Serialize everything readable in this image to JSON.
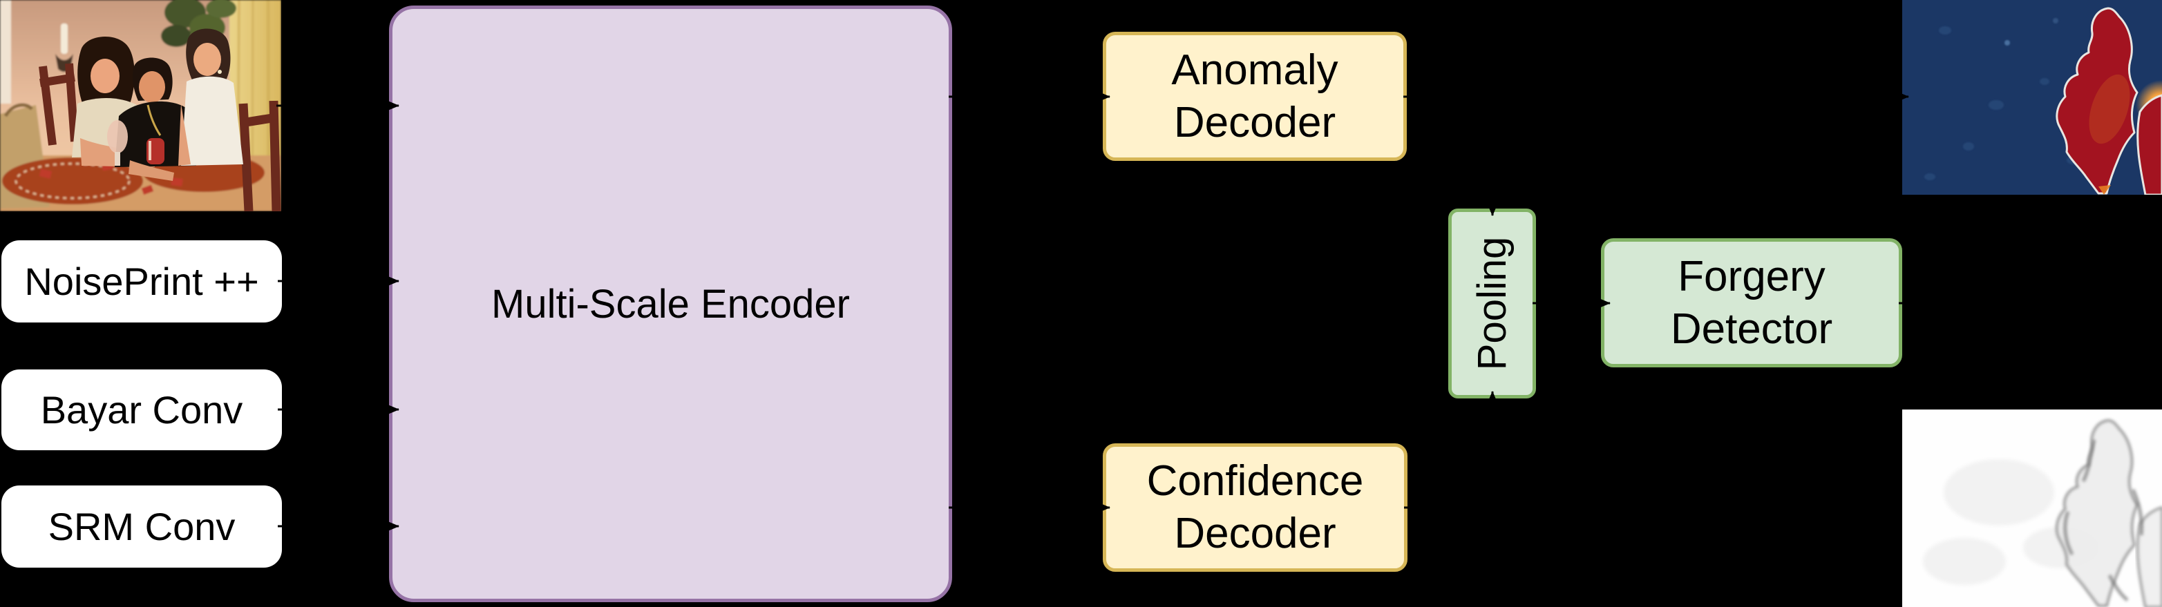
{
  "colors": {
    "page_bg": "#000000",
    "input_box_fill": "#FFFFFF",
    "input_box_text": "#000000",
    "encoder_fill": "#E1D5E7",
    "encoder_border": "#9673A6",
    "decoder_fill": "#FFF2CC",
    "decoder_border": "#D6B656",
    "green_fill": "#D5E8D4",
    "green_border": "#82B366",
    "anomaly_map_bg": "#1B3765",
    "anomaly_map_blob": "#A31320",
    "confidence_map_bg": "#FEFEFE",
    "arrow": "#000000"
  },
  "inputs": {
    "photo_alt": "Input photograph of three women at a dinner table",
    "boxes": [
      {
        "label": "NoisePrint ++"
      },
      {
        "label": "Bayar Conv"
      },
      {
        "label": "SRM Conv"
      }
    ]
  },
  "encoder": {
    "label": "Multi-Scale Encoder"
  },
  "anomaly_decoder": {
    "line1": "Anomaly",
    "line2": "Decoder"
  },
  "confidence_decoder": {
    "line1": "Confidence",
    "line2": "Decoder"
  },
  "pooling": {
    "label": "Pooling"
  },
  "forgery_detector": {
    "line1": "Forgery",
    "line2": "Detector"
  },
  "outputs": {
    "anomaly_map_alt": "Anomaly localization map output",
    "confidence_map_alt": "Confidence map output"
  }
}
